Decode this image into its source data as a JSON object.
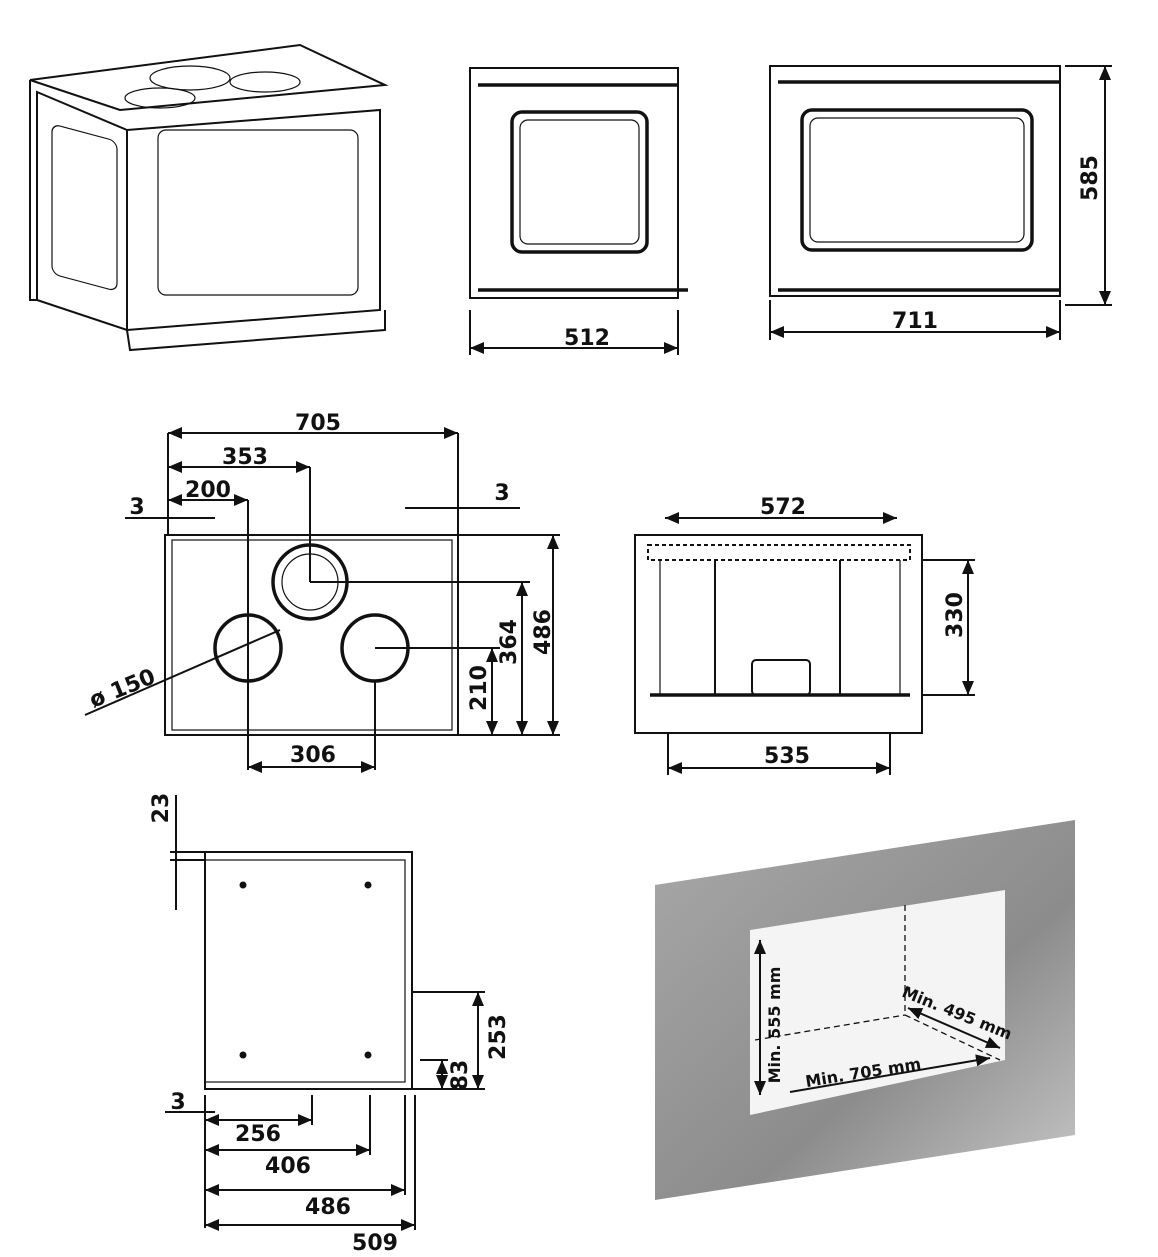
{
  "top_views": {
    "front_width": "512",
    "side_width": "711",
    "height": "585"
  },
  "top_plan_view": {
    "overall_width": "705",
    "flue_center": "353",
    "left_offset": "200",
    "left_margin": "3",
    "right_margin": "3",
    "depth": "486",
    "flue_depth": "364",
    "vent_depth": "210",
    "vent_diameter": "ø 150",
    "vent_spacing": "306"
  },
  "section_view": {
    "top_width": "572",
    "bottom_width": "535",
    "height": "330"
  },
  "base_view": {
    "top_offset": "23",
    "vent_height": "253",
    "foot_height": "83",
    "left_margin": "3",
    "dim_256": "256",
    "dim_406": "406",
    "dim_486": "486",
    "dim_509": "509"
  },
  "niche": {
    "min_height": "Min. 555 mm",
    "min_width": "Min. 705 mm",
    "min_depth": "Min. 495 mm",
    "wall_color": "#8a8a8a"
  }
}
